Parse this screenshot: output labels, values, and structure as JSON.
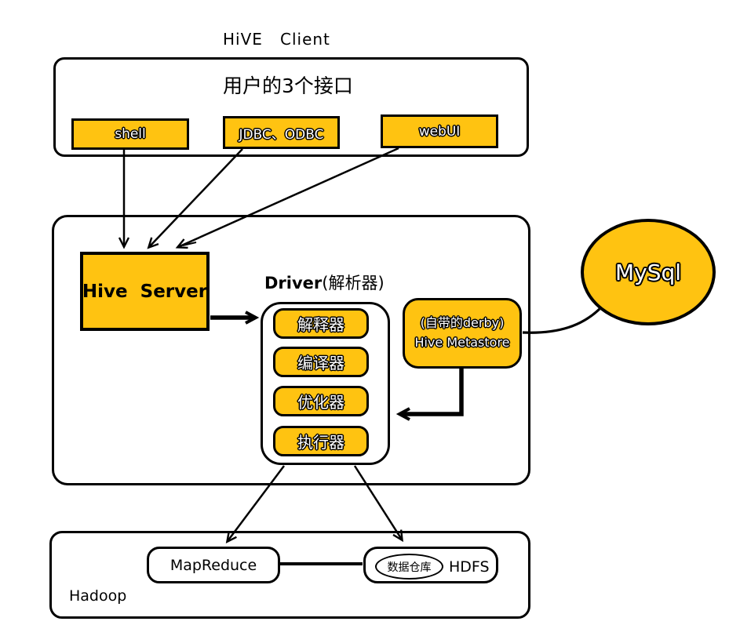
{
  "title": "HiVE   Client",
  "client": {
    "heading": "用户的3个接口",
    "interfaces": [
      "shell",
      "JDBC、ODBC",
      "webUI"
    ]
  },
  "server": {
    "hive_server": "Hive  Server",
    "driver_bold": "Driver",
    "driver_paren": "(解析器)",
    "components": [
      "解释器",
      "编译器",
      "优化器",
      "执行器"
    ],
    "metastore": {
      "line1": "(自带的derby)",
      "line2": "Hive Metastore"
    }
  },
  "mysql_label": "MySql",
  "hadoop": {
    "label": "Hadoop",
    "mapreduce": "MapReduce",
    "warehouse": "数据仓库",
    "hdfs": "HDFS"
  },
  "colors": {
    "node_fill": "#FFC311",
    "line": "#000000",
    "node_text": "#FFFFFF",
    "plain_text": "#000000"
  }
}
